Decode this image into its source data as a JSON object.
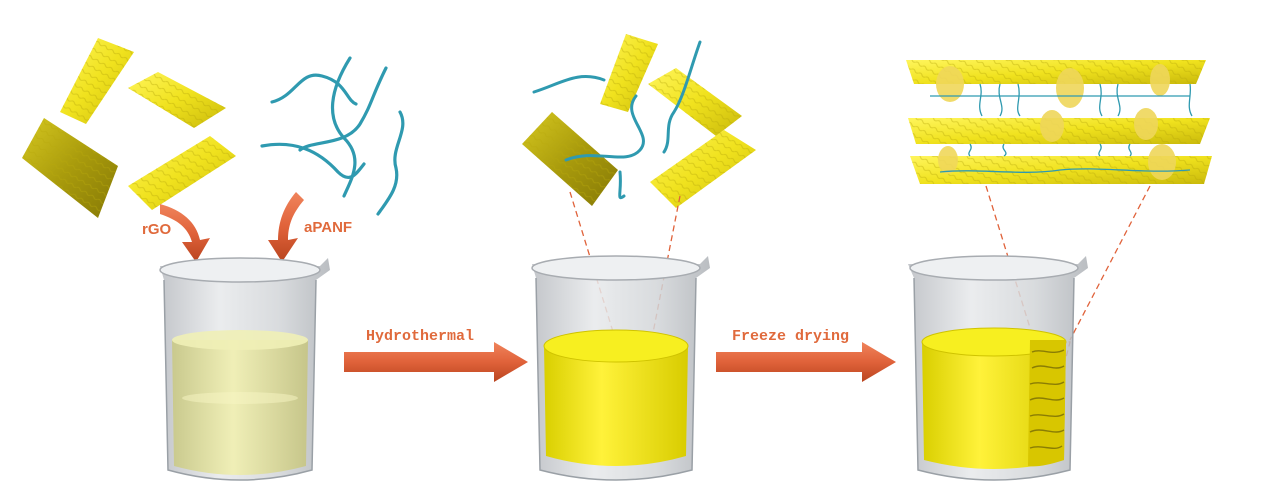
{
  "labels": {
    "rgo": "rGO",
    "apanf": "aPANF",
    "step1": "Hydrothermal",
    "step2": "Freeze drying"
  },
  "colors": {
    "sheet": "#f3e624",
    "sheet_dark": "#9a8c10",
    "fiber": "#2f9ab0",
    "arrow": "#e0623a",
    "beaker_glass": "#c9ccd0",
    "solution": "#e6e49a",
    "gel": "#f4ec18",
    "dash": "#e0623a"
  },
  "icons": {
    "rgo_sheets": "rgo-sheet-icon",
    "apanf_fibers": "apanf-fiber-icon",
    "beaker": "beaker-icon",
    "process_arrow": "process-arrow-icon"
  }
}
